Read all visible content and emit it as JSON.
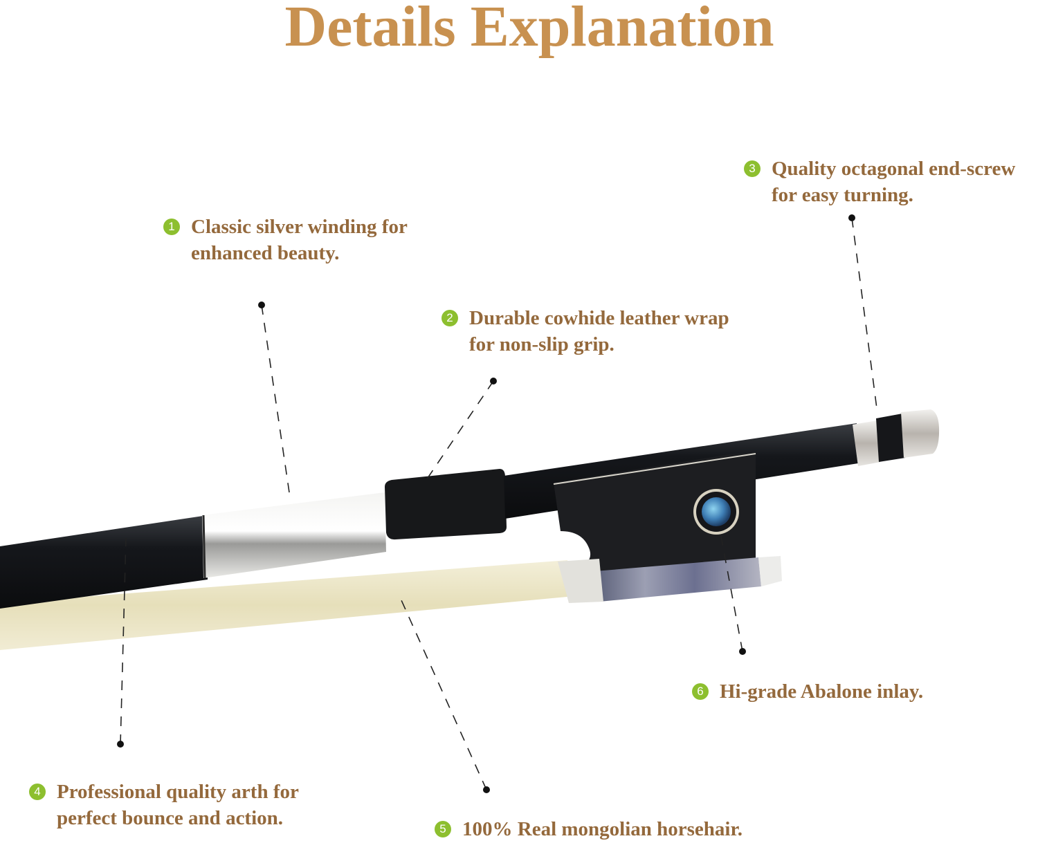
{
  "title": "Details Explanation",
  "colors": {
    "title": "#c89150",
    "callout_text": "#94693c",
    "badge": "#8dbf2f",
    "leader_line": "#222222"
  },
  "callouts": [
    {
      "number": "1",
      "line1": "Classic silver winding for",
      "line2": "enhanced beauty.",
      "part": "silver-winding"
    },
    {
      "number": "2",
      "line1": "Durable cowhide leather wrap",
      "line2": "for non-slip grip.",
      "part": "leather-grip"
    },
    {
      "number": "3",
      "line1": "Quality octagonal end-screw",
      "line2": "for easy turning.",
      "part": "end-screw"
    },
    {
      "number": "4",
      "line1": "Professional quality arth for",
      "line2": "perfect bounce and action.",
      "part": "stick"
    },
    {
      "number": "5",
      "line1": "100% Real mongolian horsehair.",
      "line2": "",
      "part": "horsehair"
    },
    {
      "number": "6",
      "line1": "Hi-grade Abalone inlay.",
      "line2": "",
      "part": "abalone-inlay"
    }
  ]
}
